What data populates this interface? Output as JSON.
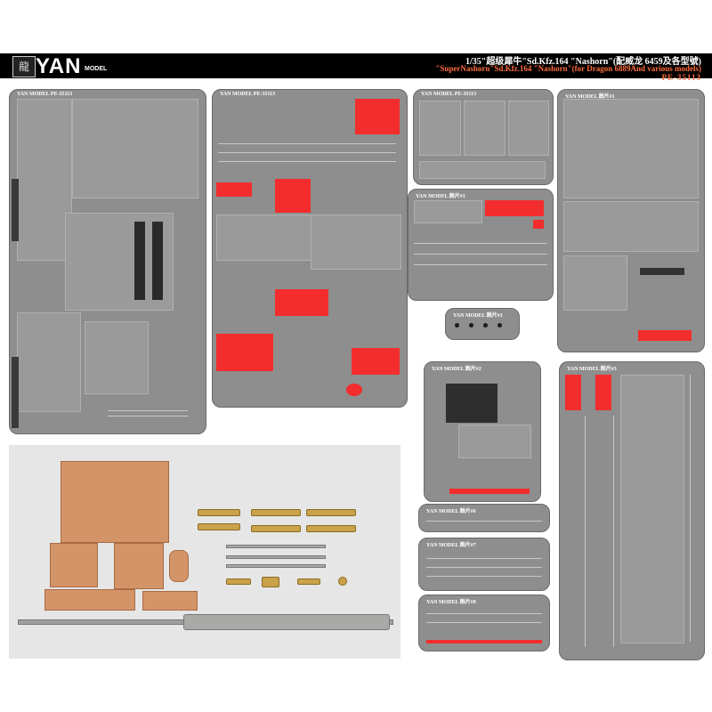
{
  "header": {
    "brand": "YAN",
    "brand_sub": "MODEL",
    "title_line1": "1/35\"超级犀牛\"Sd.Kfz.164 \"Nashorn\"(配威龙 6459及各型號)",
    "title_line2": "\"SuperNashorn\"Sd.Kfz.164 \"Nashorn\"(for Dragon 6889And various models)",
    "code": "PE-35113"
  },
  "frets": {
    "f1": "YAN MODEL PE-35113",
    "f2": "YAN MODEL PE-35113",
    "f3": "YAN MODEL PE-35113",
    "f4": "YAN MODEL 蝕片#1",
    "f5": "YAN MODEL 蝕片#1",
    "f6": "YAN MODEL 蝕片#1",
    "f7": "YAN MODEL 蝕片#2",
    "f8": "YAN MODEL 蝕片#3",
    "f9": "YAN MODEL 蝕片#6",
    "f10": "YAN MODEL 蝕片#7",
    "f11": "YAN MODEL 蝕片#8"
  },
  "colors": {
    "fret_gray": "#8e8e8e",
    "red_part": "#f32d2d",
    "resin": "#d39468",
    "brass": "#c9a24a"
  }
}
